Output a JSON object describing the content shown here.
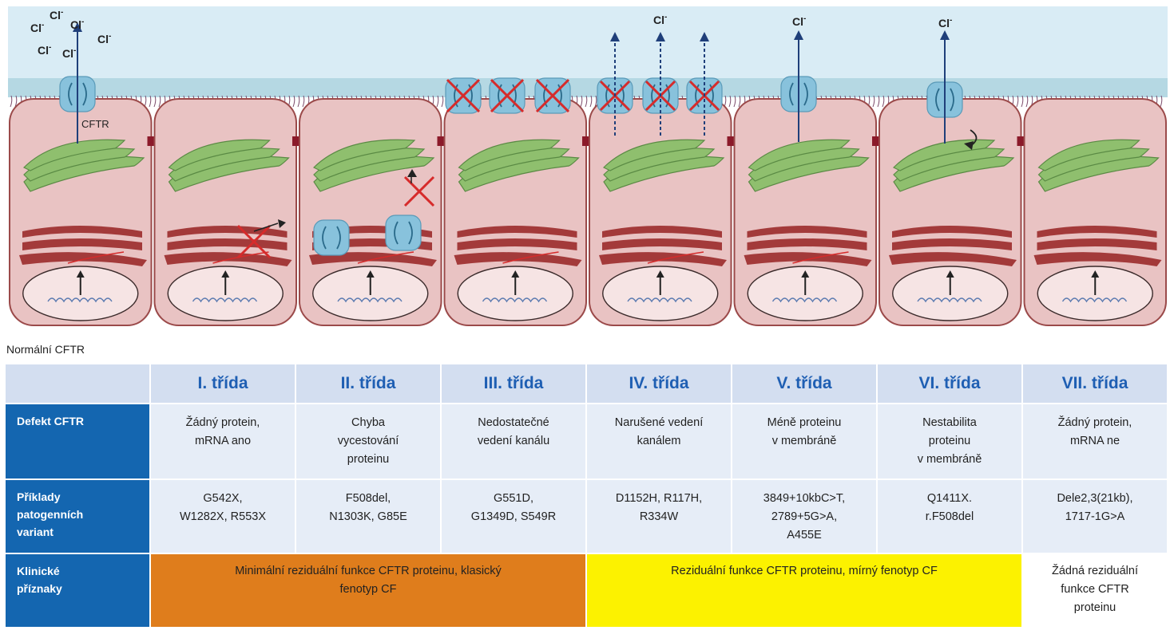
{
  "diagram": {
    "ion_label": "Cl",
    "ion_superscript": "-",
    "channel_label": "CFTR",
    "colors": {
      "lumen": "#d9ecf5",
      "membrane": "#b5d8e3",
      "cell_fill": "#e9c3c3",
      "cell_stroke": "#9b4a4a",
      "golgi": "#8fbf6e",
      "er": "#a33a3a",
      "channel": "#88c2dc",
      "arrow": "#1f3f7a",
      "cross": "#d62b2b"
    }
  },
  "caption": "Normální CFTR",
  "table": {
    "classes": [
      "I. třída",
      "II. třída",
      "III. třída",
      "IV. třída",
      "V. třída",
      "VI. třída",
      "VII. třída"
    ],
    "rows": [
      {
        "label": "Defekt CFTR",
        "cells": [
          "Žádný protein,\nmRNA ano",
          "Chyba\nvycestování\nproteinu",
          "Nedostatečné\nvedení kanálu",
          "Narušené vedení\nkanálem",
          "Méně proteinu\nv membráně",
          "Nestabilita\nproteinu\nv membráně",
          "Žádný protein,\nmRNA ne"
        ]
      },
      {
        "label": "Příklady\npatogenních\nvariant",
        "cells": [
          "G542X,\nW1282X, R553X",
          "F508del,\nN1303K, G85E",
          "G551D,\nG1349D, S549R",
          "D1152H, R117H,\nR334W",
          "3849+10kbC>T,\n2789+5G>A,\nA455E",
          "Q1411X.\nr.F508del",
          "Dele2,3(21kb),\n1717-1G>A"
        ]
      }
    ],
    "clinical": {
      "label": "Klinické\npříznaky",
      "minimal": "Minimální reziduální funkce CFTR proteinu, klasický\nfenotyp CF",
      "residual": "Reziduální funkce CFTR proteinu, mírný fenotyp CF",
      "none": "Žádná reziduální\nfunkce CFTR\nproteinu",
      "colors": {
        "minimal": "#df7d1c",
        "residual": "#fcf200",
        "none": "#ffffff"
      }
    }
  }
}
